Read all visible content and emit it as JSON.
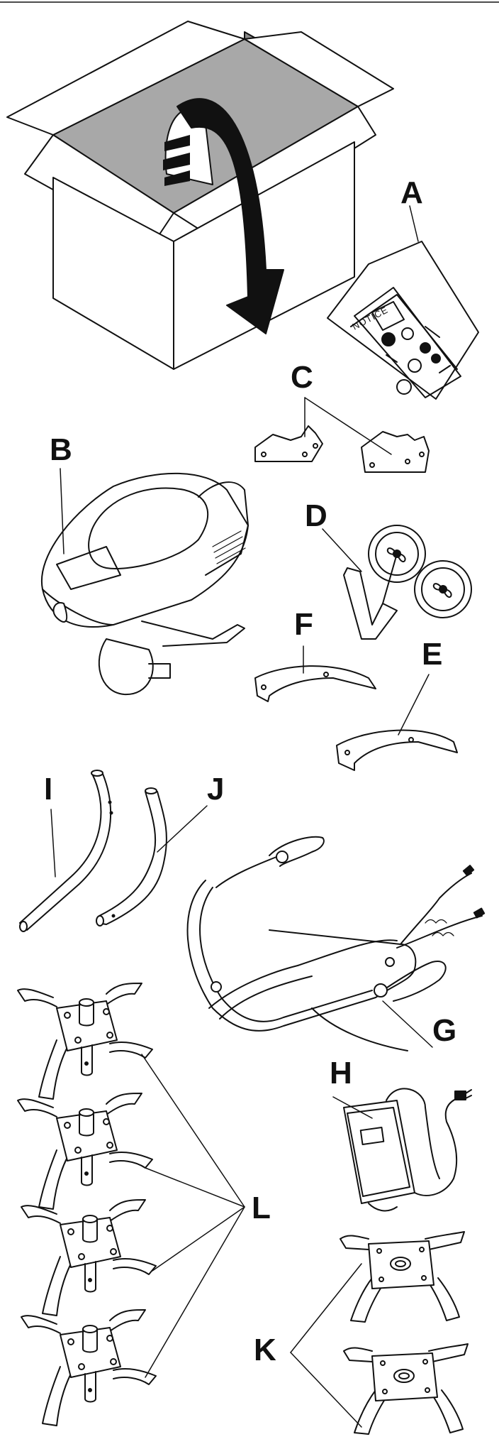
{
  "labels": {
    "A": "A",
    "B": "B",
    "C": "C",
    "D": "D",
    "E": "E",
    "F": "F",
    "G": "G",
    "H": "H",
    "I": "I",
    "J": "J",
    "K": "K",
    "L": "L"
  },
  "packet_text": "NOTICE",
  "colors": {
    "line": "#111111",
    "box_inside": "#a8a8a8",
    "box_inner_dark": "#8a8a8a",
    "background": "#ffffff"
  }
}
